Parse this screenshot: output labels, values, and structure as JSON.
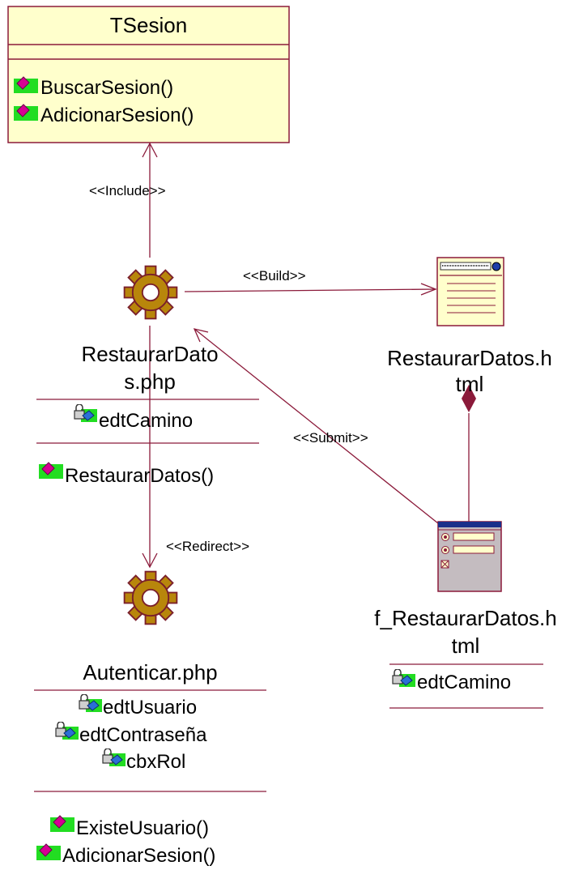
{
  "colors": {
    "class_fill": "#ffffcc",
    "line": "#8b1a3a",
    "gear_fill": "#b8860b",
    "icon_green": "#22dd22",
    "icon_pink": "#d60093"
  },
  "tsesion": {
    "name": "TSesion",
    "operations": [
      "BuscarSesion()",
      "AdicionarSesion()"
    ]
  },
  "restaurar_php": {
    "name_line1": "RestaurarDato",
    "name_line2": "s.php",
    "attribute": "edtCamino",
    "operation": "RestaurarDatos()"
  },
  "restaurar_html": {
    "name_line1": "RestaurarDatos.h",
    "name_line2": "tml"
  },
  "f_restaurar": {
    "name_line1": "f_RestaurarDatos.h",
    "name_line2": "tml",
    "attribute": "edtCamino"
  },
  "autenticar": {
    "name": "Autenticar.php",
    "attributes": [
      "edtUsuario",
      "edtContraseña",
      "cbxRol"
    ],
    "operations": [
      "ExisteUsuario()",
      "AdicionarSesion()"
    ]
  },
  "relations": {
    "include": "<<Include>>",
    "build": "<<Build>>",
    "submit": "<<Submit>>",
    "redirect": "<<Redirect>>"
  },
  "icons": {
    "operation": "operation-icon",
    "attribute": "locked-attribute-icon",
    "server_page": "gear-icon",
    "client_page": "client-page-icon",
    "form": "form-icon"
  }
}
